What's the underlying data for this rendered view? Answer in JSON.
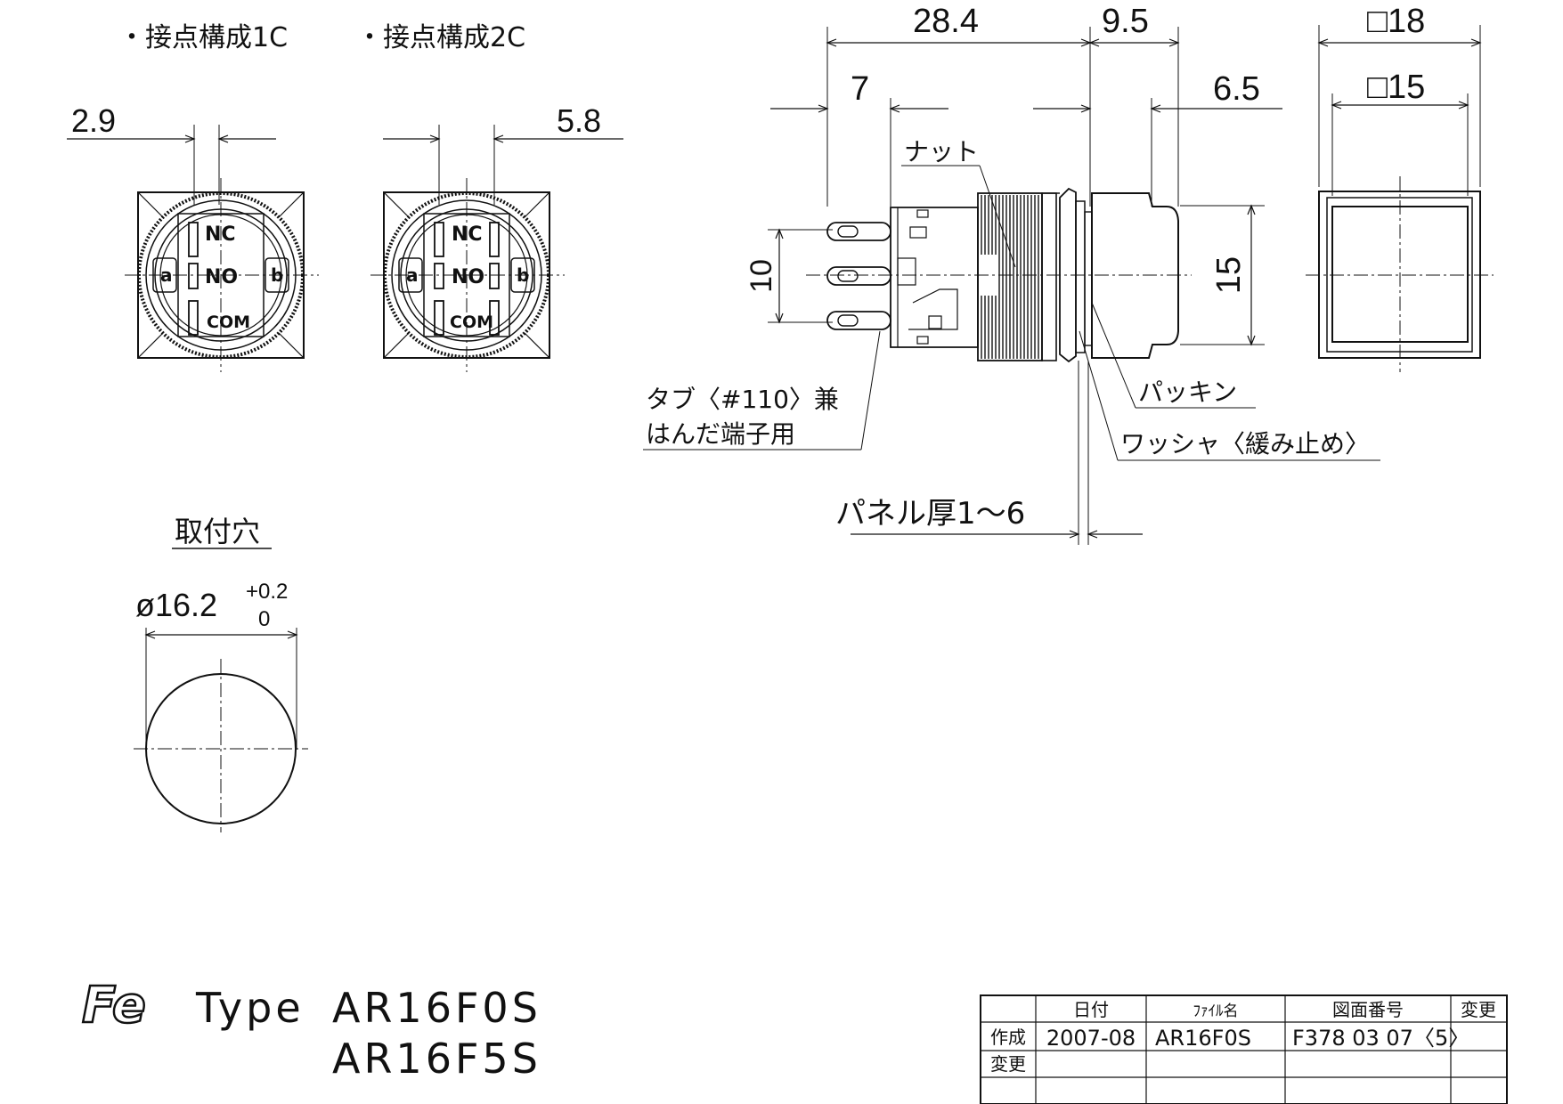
{
  "front_views": {
    "config_1c": {
      "title": "・接点構成1C",
      "dim": "2.9"
    },
    "config_2c": {
      "title": "・接点構成2C",
      "dim": "5.8"
    },
    "pins": {
      "nc": "NC",
      "no": "NO",
      "com": "COM",
      "a": "a",
      "b": "b"
    }
  },
  "side_view": {
    "dim_total": "28.4",
    "dim_front": "9.5",
    "dim_terminal": "7",
    "dim_bezel": "6.5",
    "dim_pitch": "10",
    "dim_height": "15",
    "label_nut": "ナット",
    "label_tab_line1": "タブ〈#110〉兼",
    "label_tab_line2": "はんだ端子用",
    "label_packing": "パッキン",
    "label_washer": "ワッシャ〈緩み止め〉",
    "label_panel": "パネル厚1～6"
  },
  "end_view": {
    "dim_outer": "□18",
    "dim_inner": "□15"
  },
  "mounting_hole": {
    "title": "取付穴",
    "diameter": "ø16.2",
    "tol_upper": "+0.2",
    "tol_lower": "0"
  },
  "type_block": {
    "logo": "Fe",
    "type_label": "Type",
    "model_1": "AR16F0S",
    "model_2": "AR16F5S"
  },
  "title_block": {
    "headers": [
      "日付",
      "ﾌｧｲﾙ名",
      "図面番号",
      "変更"
    ],
    "row1_label": "作成",
    "row1_values": [
      "2007-08",
      "AR16F0S",
      "F378 03 07〈5〉",
      ""
    ],
    "row2_label": "変更"
  }
}
